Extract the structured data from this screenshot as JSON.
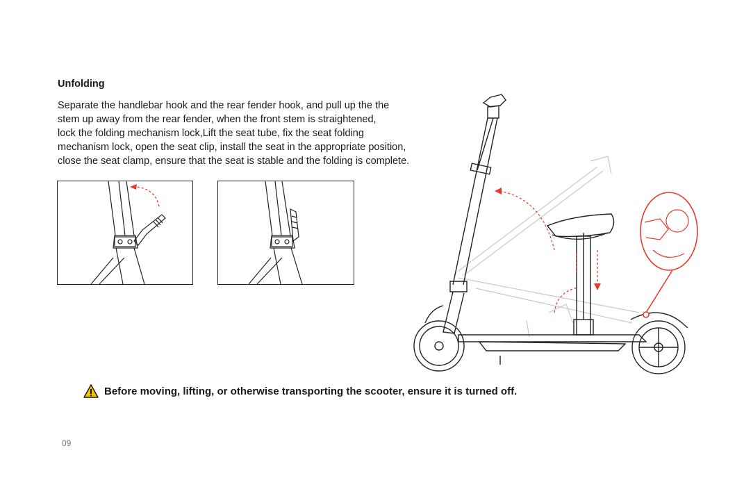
{
  "section": {
    "title": "Unfolding",
    "lines": [
      "Separate the handlebar hook and the rear fender hook, and pull up the the",
      "stem up away from the rear fender, when the front stem is straightened,",
      "lock the folding mechanism lock,Lift the seat tube, fix the seat folding",
      "mechanism lock, open the seat clip, install the seat in the appropriate position,",
      "close the seat clamp, ensure that the seat is stable and the folding is complete."
    ]
  },
  "warning": {
    "icon": "warning-triangle-icon",
    "text": "Before moving, lifting, or otherwise transporting the scooter, ensure it is turned off."
  },
  "page_number": "09",
  "colors": {
    "accent_red": "#e8392b",
    "warning_yellow": "#f5c400",
    "line_art": "#222222",
    "ghost_line": "#c8c8c8"
  }
}
